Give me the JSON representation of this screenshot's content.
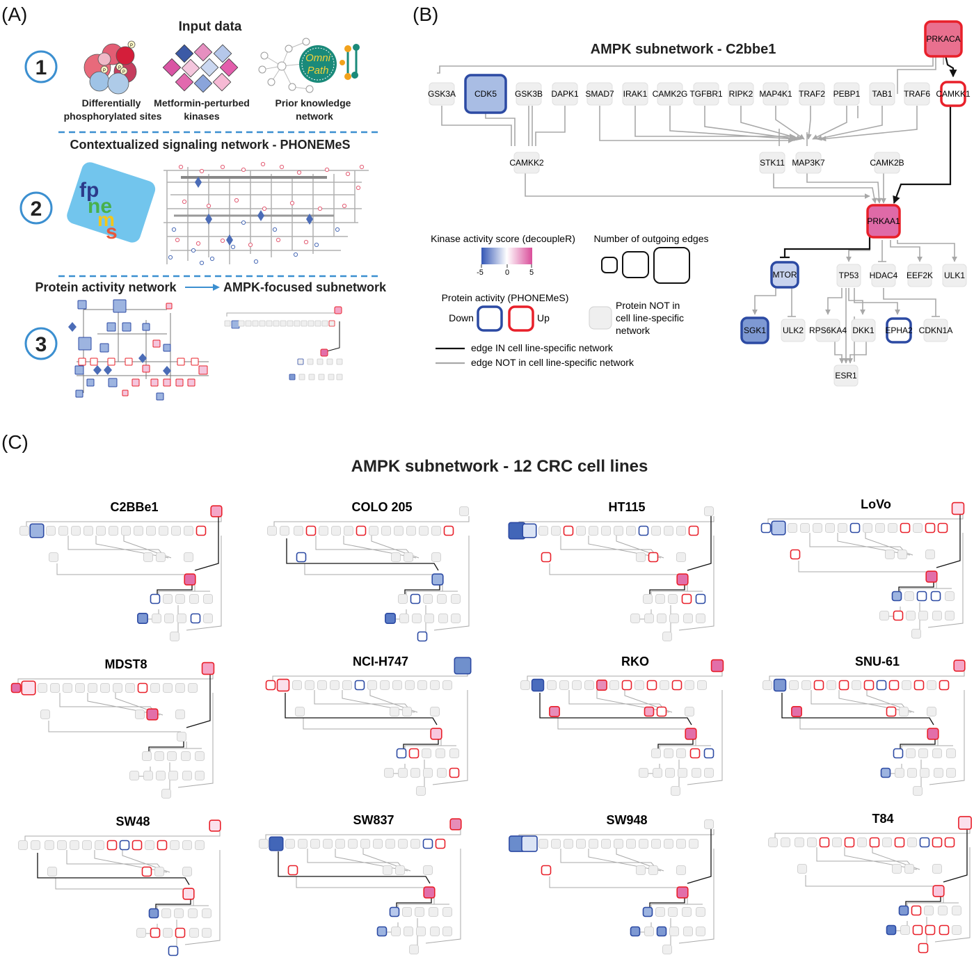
{
  "panel_labels": {
    "a": "(A)",
    "b": "(B)",
    "c": "(C)"
  },
  "panel_a": {
    "input_title": "Input data",
    "step1": "1",
    "step2": "2",
    "step3": "3",
    "input1_line1": "Differentially",
    "input1_line2": "phosphorylated sites",
    "input2_line1": "Metformin-perturbed",
    "input2_line2": "kinases",
    "input3_line1": "Prior knowledge",
    "input3_line2": "network",
    "omnipath_line1": "Omni",
    "omnipath_line2": "Path",
    "phosphosite_marker": "P",
    "phonemes_logo": [
      "fp",
      "ne",
      "m",
      "s"
    ],
    "section2_title": "Contextualized signaling network - PHONEMeS",
    "section3_left": "Protein activity network",
    "section3_right": "AMPK-focused subnetwork"
  },
  "panel_b": {
    "title": "AMPK subnetwork - C2bbe1",
    "nodes": {
      "prkaca": "PRKACA",
      "gsk3a": "GSK3A",
      "cdk5": "CDK5",
      "gsk3b": "GSK3B",
      "dapk1": "DAPK1",
      "smad7": "SMAD7",
      "irak1": "IRAK1",
      "camk2g": "CAMK2G",
      "tgfbr1": "TGFBR1",
      "ripk2": "RIPK2",
      "map4k1": "MAP4K1",
      "traf2": "TRAF2",
      "pebp1": "PEBP1",
      "tab1": "TAB1",
      "traf6": "TRAF6",
      "camkk1": "CAMKK1",
      "camkk2": "CAMKK2",
      "stk11": "STK11",
      "map3k7": "MAP3K7",
      "camk2b": "CAMK2B",
      "prkaa1": "PRKAA1",
      "mtor": "MTOR",
      "tp53": "TP53",
      "hdac4": "HDAC4",
      "eef2k": "EEF2K",
      "ulk1": "ULK1",
      "sgk1": "SGK1",
      "ulk2": "ULK2",
      "rps6ka4": "RPS6KA4",
      "dkk1": "DKK1",
      "epha2": "EPHA2",
      "cdkn1a": "CDKN1A",
      "esr1": "ESR1"
    },
    "legend": {
      "score_title": "Kinase activity score (decoupleR)",
      "score_ticks": [
        "-5",
        "0",
        "5"
      ],
      "edges_title": "Number of outgoing edges",
      "activity_title": "Protein activity (PHONEMeS)",
      "down": "Down",
      "up": "Up",
      "not_in_line1": "Protein NOT in",
      "not_in_line2": "cell line-specific",
      "not_in_line3": "network",
      "edge_in": "edge IN cell line-specific network",
      "edge_not": "edge NOT in cell line-specific network"
    },
    "colors": {
      "down": "#2c4aa3",
      "up": "#e8202a",
      "neutral_fill": "#efefef",
      "neutral_stroke": "#e0e0e0",
      "scale_low": "#3356b5",
      "scale_mid": "#ffffff",
      "scale_high": "#d94d9a"
    }
  },
  "panel_c": {
    "title": "AMPK subnetwork - 12 CRC cell lines",
    "cell_lines": [
      "C2BBe1",
      "COLO 205",
      "HT115",
      "LoVo",
      "MDST8",
      "NCI-H747",
      "RKO",
      "SNU-61",
      "SW48",
      "SW837",
      "SW948",
      "T84"
    ]
  }
}
